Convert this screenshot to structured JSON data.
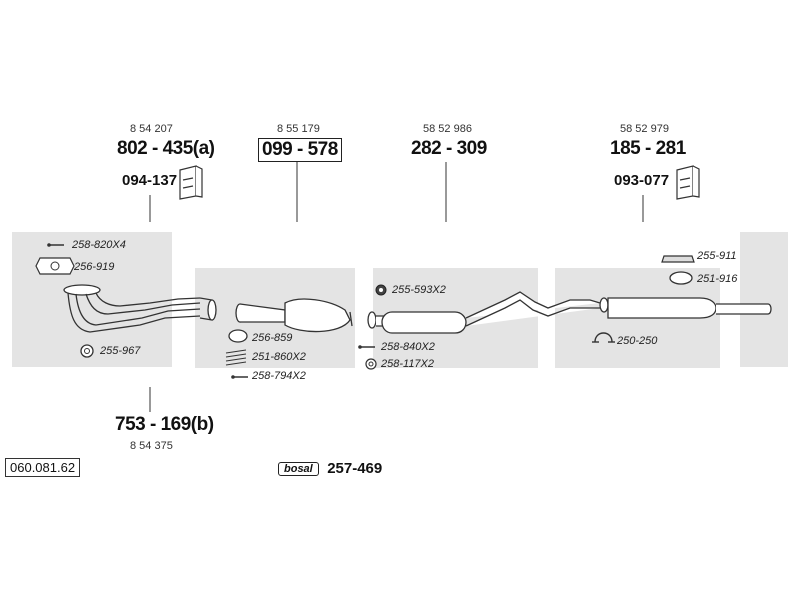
{
  "diagram_code": "060.081.62",
  "callouts": [
    {
      "ref": "8 54 207",
      "part": "802 - 435(a)",
      "sub": "094-137"
    },
    {
      "ref": "8 55 179",
      "part": "099 - 578"
    },
    {
      "ref": "58 52 986",
      "part": "282 - 309"
    },
    {
      "ref": "58 52 979",
      "part": "185 - 281",
      "sub": "093-077"
    }
  ],
  "bottom_callout": {
    "part": "753 - 169(b)",
    "ref": "8 54 375"
  },
  "labels": {
    "l1": "258-820X4",
    "l2": "256-919",
    "l3": "255-967",
    "l4": "256-859",
    "l5": "251-860X2",
    "l6": "258-794X2",
    "l7": "255-593X2",
    "l8": "258-840X2",
    "l9": "258-117X2",
    "l10": "255-911",
    "l11": "251-916",
    "l12": "250-250"
  },
  "brand": {
    "logo_text": "bosal",
    "kit_number": "257-469"
  }
}
